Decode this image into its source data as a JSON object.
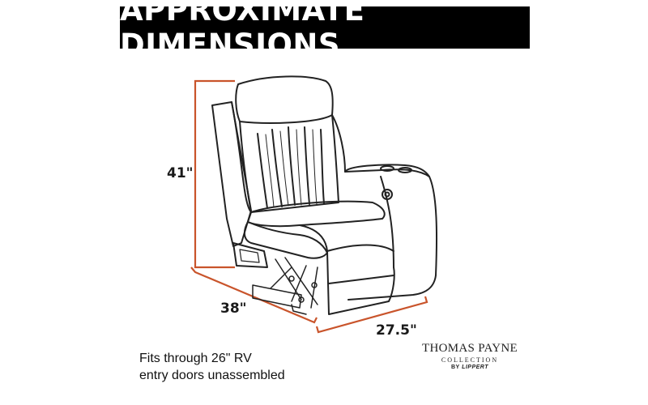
{
  "header": {
    "title": "APPROXIMATE DIMENSIONS"
  },
  "dimensions": {
    "height": "41\"",
    "depth": "38\"",
    "width": "27.5\""
  },
  "footer": {
    "note_line1": "Fits through 26\" RV",
    "note_line2": "entry doors unassembled"
  },
  "brand": {
    "name": "THOMAS PAYNE",
    "collection": "COLLECTION",
    "by": "BY",
    "maker": "LIPPERT"
  },
  "colors": {
    "dimension_line": "#c9542b",
    "banner": "#000000",
    "outline": "#222222"
  }
}
